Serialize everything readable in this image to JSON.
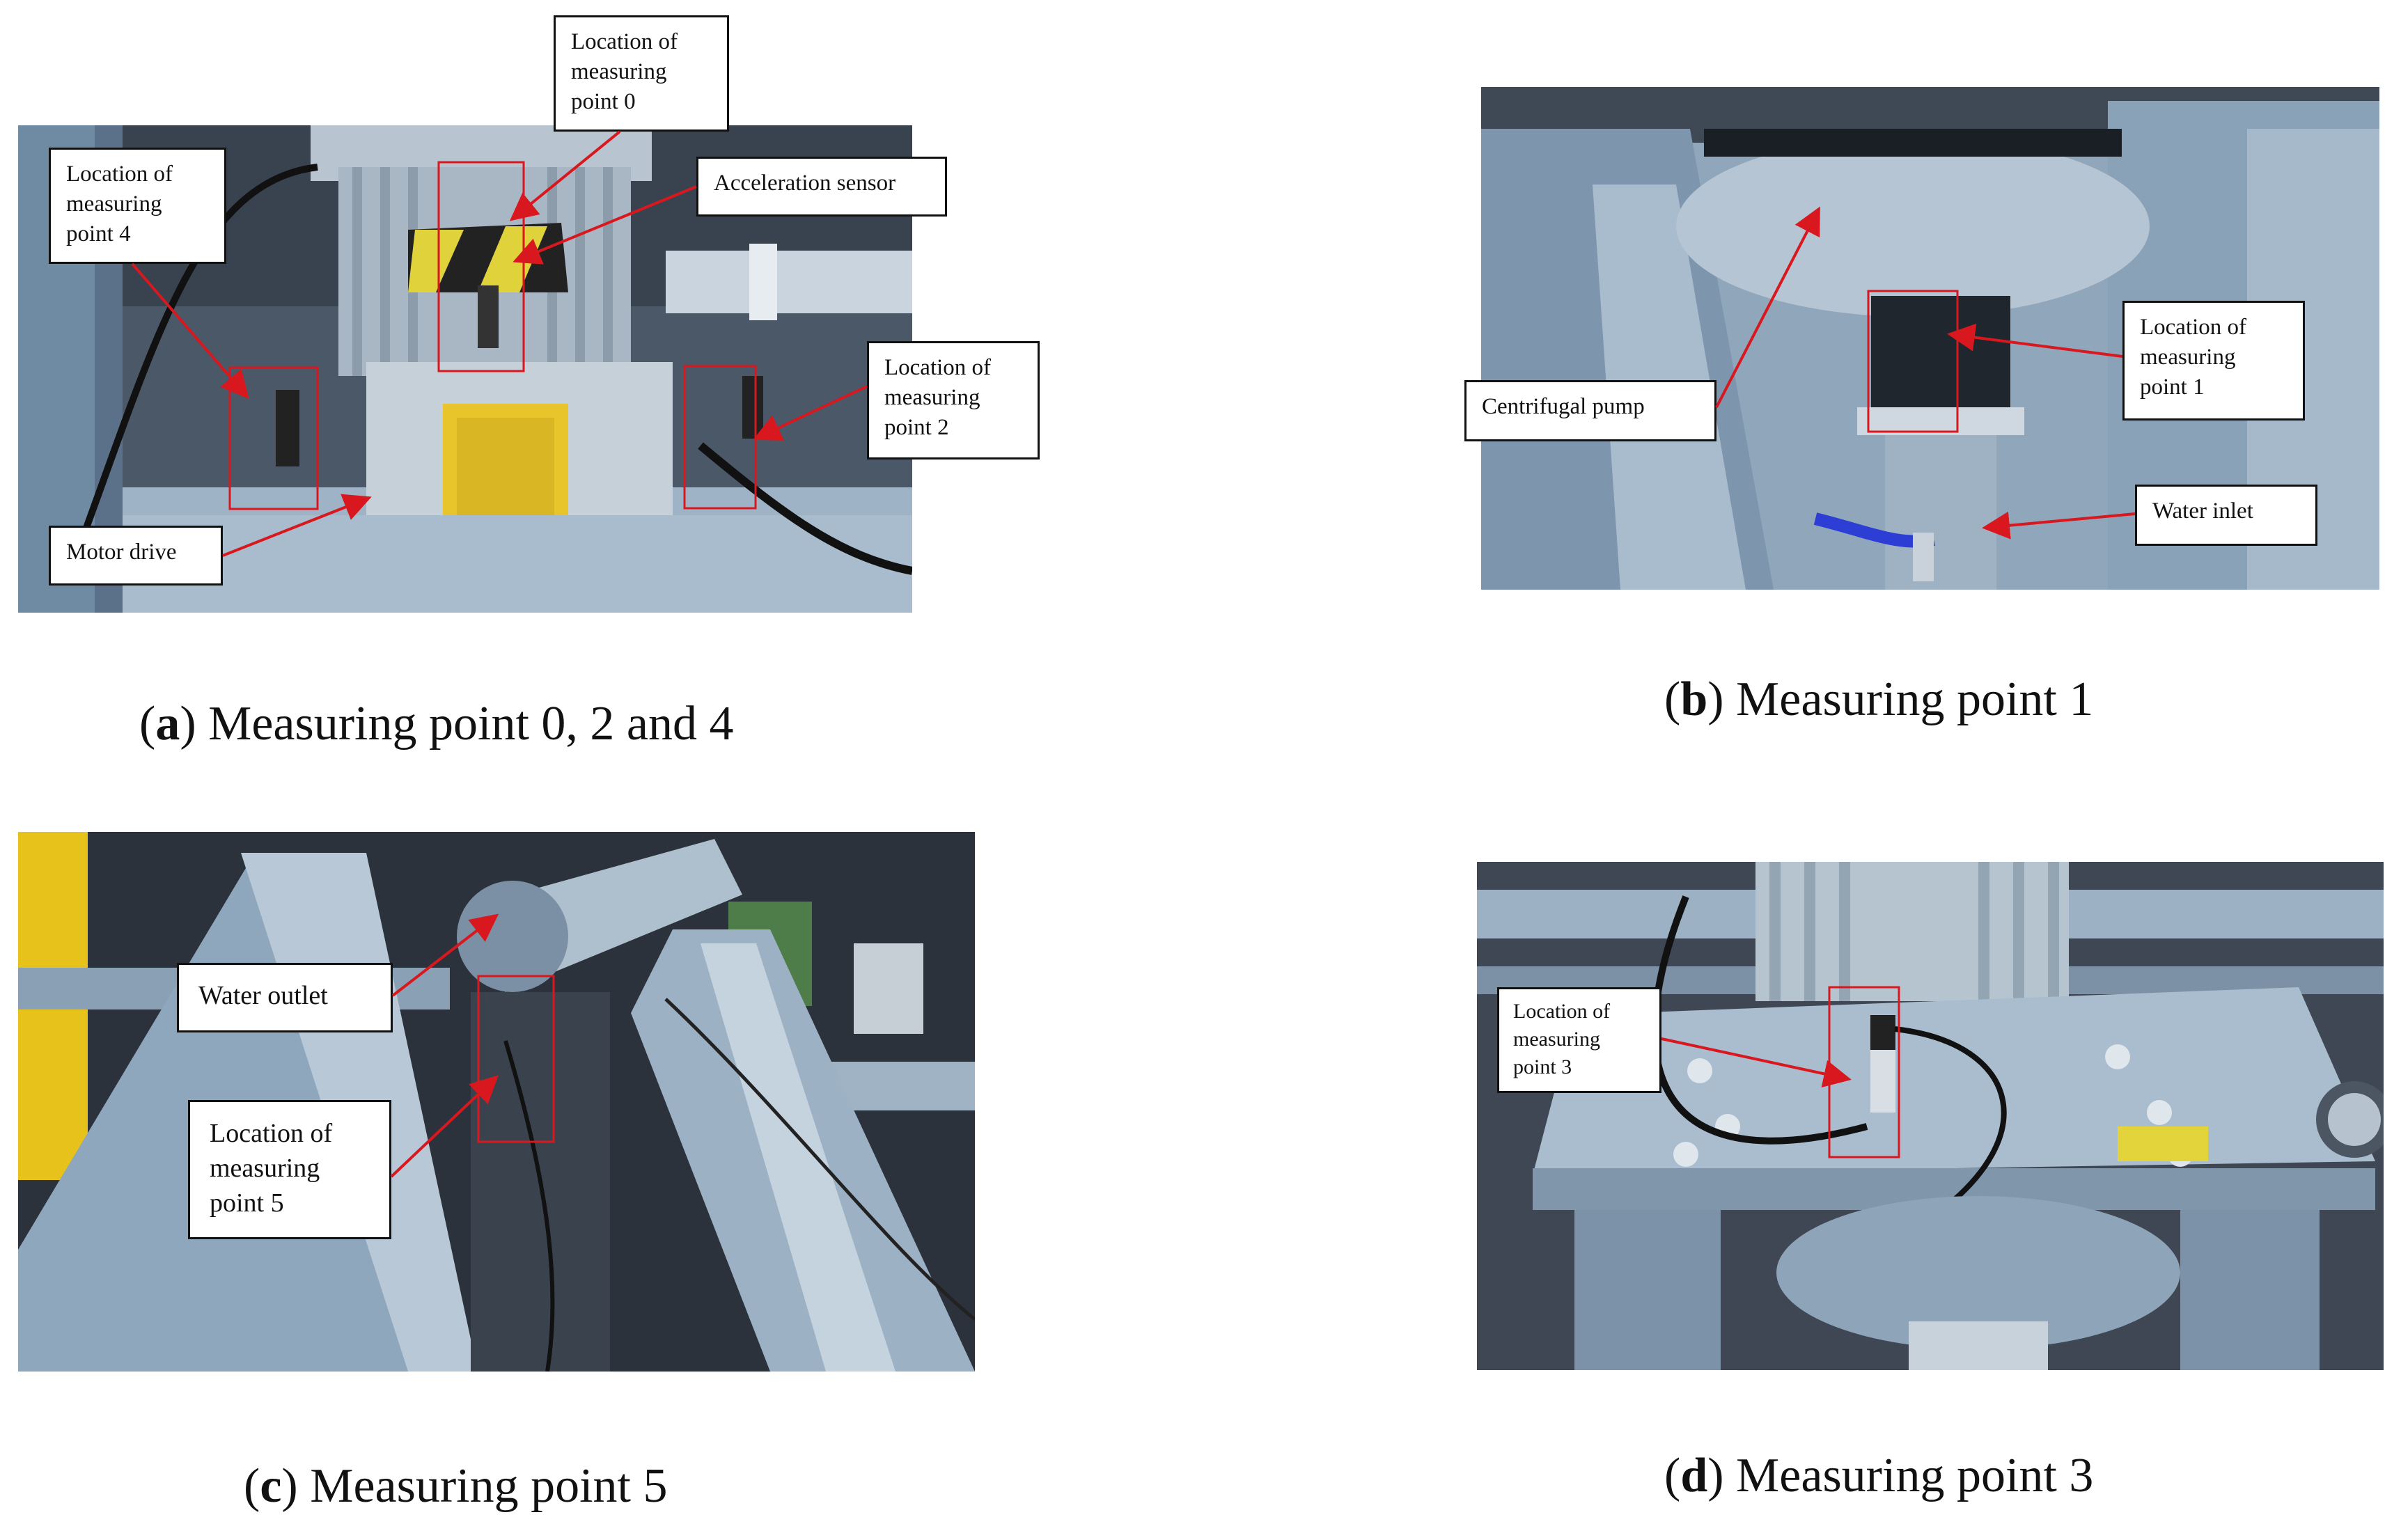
{
  "panels": [
    {
      "id": "a",
      "caption_letter": "a",
      "caption_text": ") Measuring point 0, 2 and 4",
      "labels": [
        {
          "key": "mp0",
          "text": "Location of measuring point 0"
        },
        {
          "key": "accel",
          "text": "Acceleration sensor"
        },
        {
          "key": "mp4",
          "text": "Location of measuring point 4"
        },
        {
          "key": "mp2",
          "text": "Location of measuring point 2"
        },
        {
          "key": "motor",
          "text": "Motor drive"
        }
      ]
    },
    {
      "id": "b",
      "caption_letter": "b",
      "caption_text": ") Measuring point 1",
      "labels": [
        {
          "key": "pump",
          "text": "Centrifugal pump"
        },
        {
          "key": "mp1",
          "text": "Location of measuring point 1"
        },
        {
          "key": "inlet",
          "text": "Water inlet"
        }
      ]
    },
    {
      "id": "c",
      "caption_letter": "c",
      "caption_text": ") Measuring point 5",
      "labels": [
        {
          "key": "outlet",
          "text": "Water outlet"
        },
        {
          "key": "mp5",
          "text": "Location of measuring point 5"
        }
      ]
    },
    {
      "id": "d",
      "caption_letter": "d",
      "caption_text": ") Measuring point 3",
      "labels": [
        {
          "key": "mp3",
          "text": "Location of measuring point 3"
        }
      ]
    }
  ],
  "colors": {
    "annotation_red": "#d8181e",
    "machine_blue": "#8fa9bf",
    "background_dark": "#3a4452"
  }
}
